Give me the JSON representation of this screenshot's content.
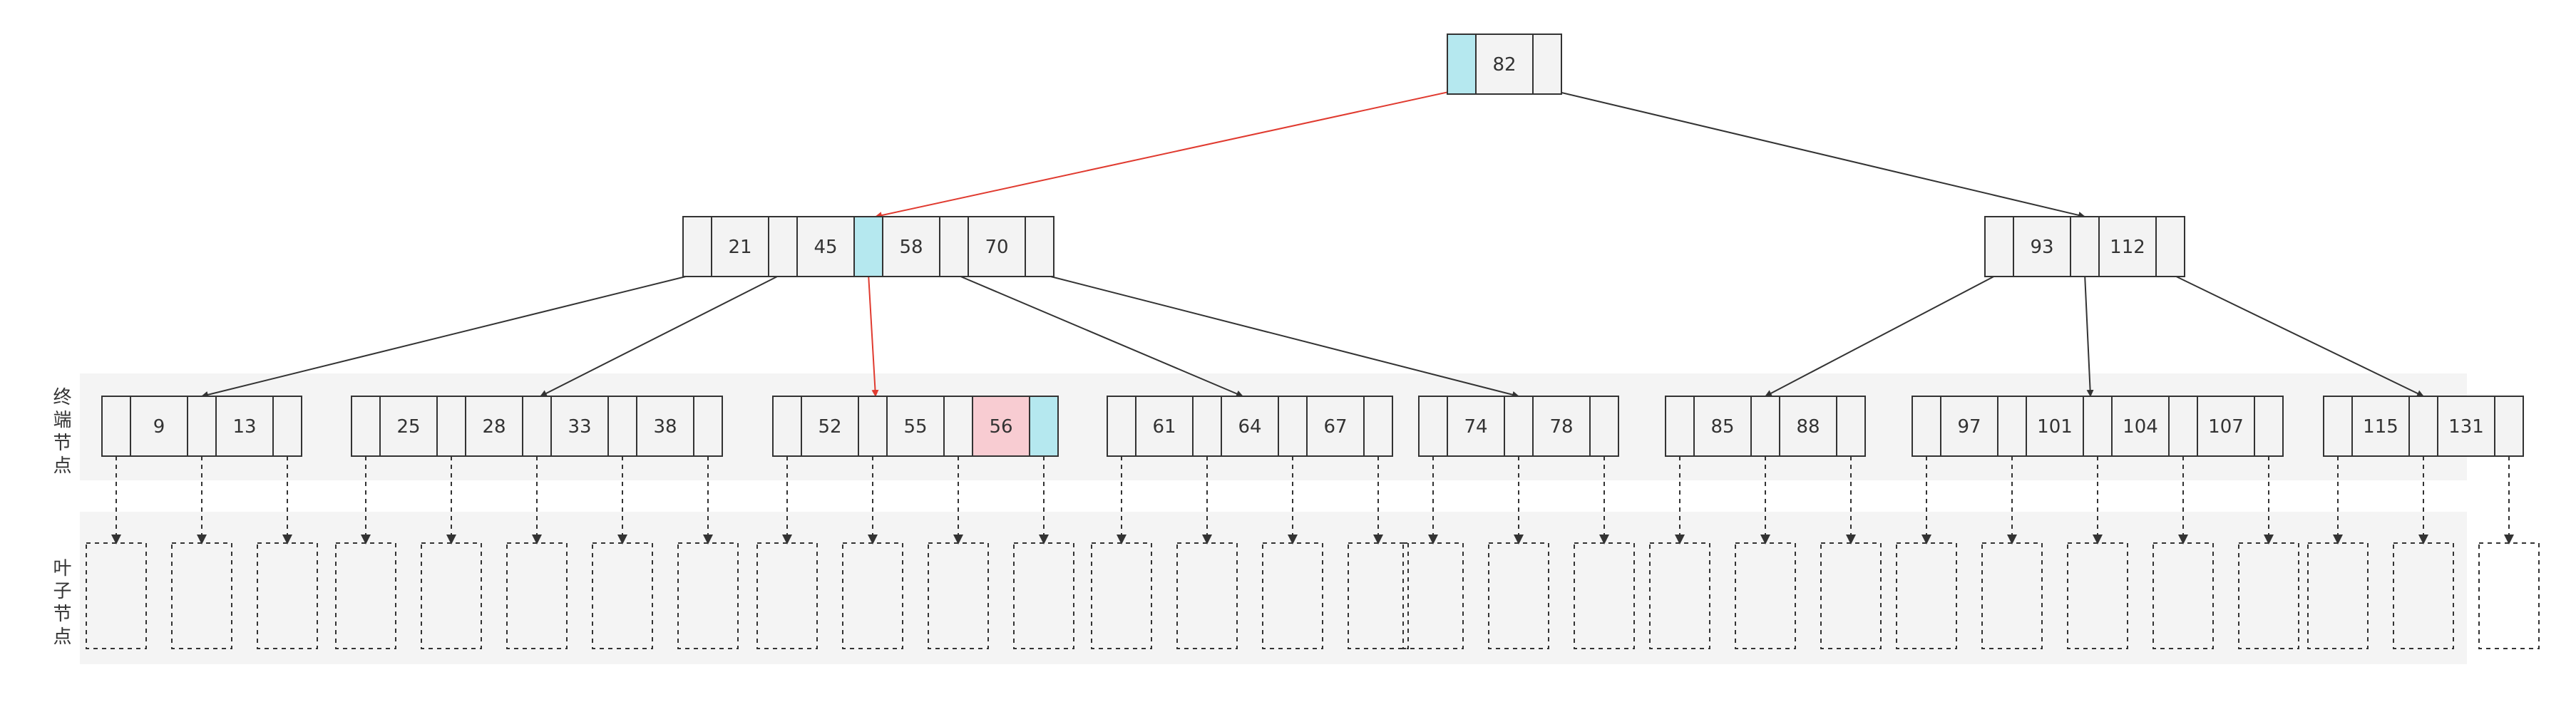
{
  "colors": {
    "pointer_highlight": "#b5e8ef",
    "key_highlight": "#f8ccd2",
    "cell_fill": "#f3f3f3",
    "border": "#333333",
    "path_edge": "#e03a2f",
    "edge": "#333333",
    "band_fill": "#f4f4f4"
  },
  "bands": {
    "terminal": "终端节点",
    "leaf": "叶子节点"
  },
  "tree": {
    "root": {
      "keys": [
        "82"
      ],
      "highlight_pointer": 0
    },
    "level1": [
      {
        "keys": [
          "21",
          "45",
          "58",
          "70"
        ],
        "highlight_pointer": 2
      },
      {
        "keys": [
          "93",
          "112"
        ]
      }
    ],
    "terminal_nodes": [
      {
        "keys": [
          "9",
          "13"
        ]
      },
      {
        "keys": [
          "25",
          "28",
          "33",
          "38"
        ]
      },
      {
        "keys": [
          "52",
          "55",
          "56"
        ],
        "highlight_key": 2,
        "highlight_pointer": 3
      },
      {
        "keys": [
          "61",
          "64",
          "67"
        ]
      },
      {
        "keys": [
          "74",
          "78"
        ]
      },
      {
        "keys": [
          "85",
          "88"
        ]
      },
      {
        "keys": [
          "97",
          "101",
          "104",
          "107"
        ]
      },
      {
        "keys": [
          "115",
          "131"
        ]
      }
    ]
  }
}
